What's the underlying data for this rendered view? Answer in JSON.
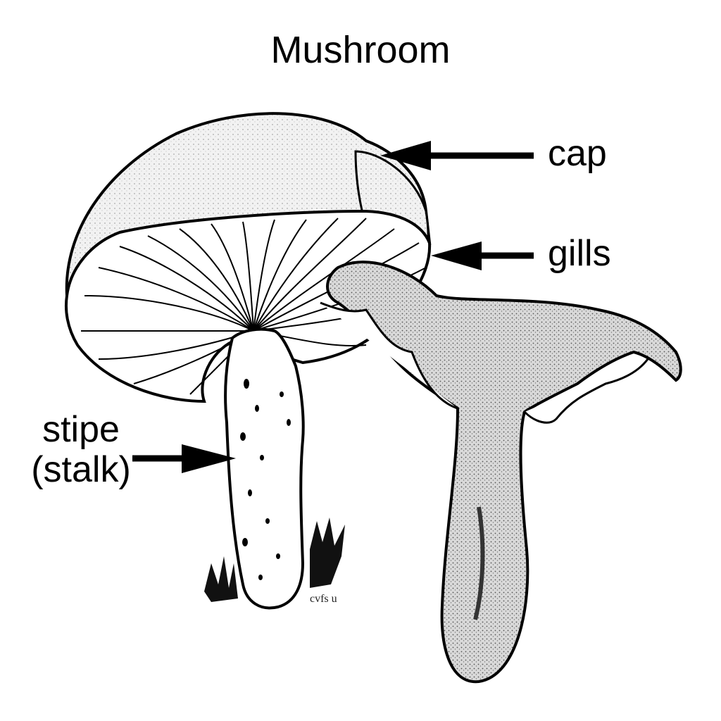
{
  "diagram": {
    "title": "Mushroom",
    "labels": {
      "cap": "cap",
      "gills": "gills",
      "stipe_line1": "stipe",
      "stipe_line2": "(stalk)"
    },
    "parts": [
      {
        "name": "cap",
        "arrow_target": [
          540,
          222
        ]
      },
      {
        "name": "gills",
        "arrow_target": [
          612,
          362
        ]
      },
      {
        "name": "stipe (stalk)",
        "arrow_target": [
          335,
          650
        ]
      }
    ],
    "colors": {
      "ink": "#000000",
      "background": "#ffffff",
      "stipple": "#9a9a9a",
      "section_fill": "#c8c8c8"
    }
  }
}
